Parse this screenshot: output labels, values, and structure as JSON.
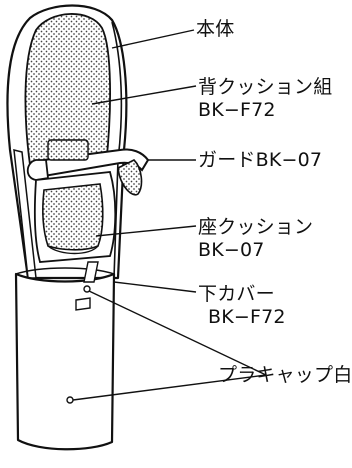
{
  "labels": {
    "body": "本体",
    "back_cushion": {
      "name": "背クッション組",
      "code": "BK−F72"
    },
    "guard": "ガードBK−07",
    "seat_cushion": {
      "name": "座クッション",
      "code": "BK−07"
    },
    "lower_cover": {
      "name": "下カバー",
      "code": "BK−F72"
    },
    "plastic_cap": "プラキャップ白"
  },
  "colors": {
    "line": "#111111",
    "fill": "#ffffff",
    "cushion_dots": "#444444"
  }
}
